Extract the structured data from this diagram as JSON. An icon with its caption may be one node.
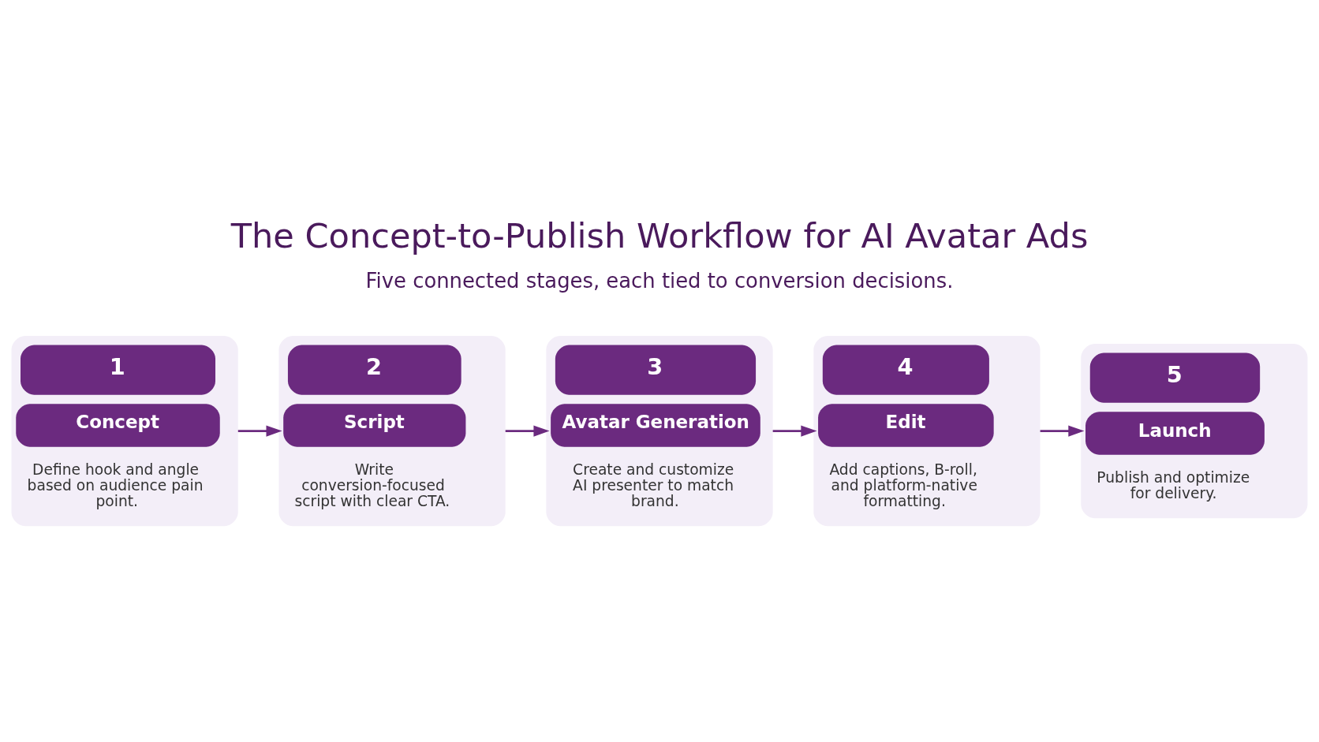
{
  "diagram": {
    "title": "The Concept-to-Publish Workflow for AI Avatar Ads",
    "nodes": [
      {
        "text": [
          "1",
          "Concept",
          "Define hook and angle based on audience pain point."
        ]
      },
      {
        "text": [
          "2",
          "Script",
          "Write conversion-focused script with clear CTA."
        ]
      },
      {
        "text": [
          "3",
          "Avatar Generation",
          "Create and customize AI presenter to match brand."
        ]
      },
      {
        "text": [
          "4",
          "Edit",
          "Add captions, B-roll, and platform-native formatting."
        ]
      },
      {
        "text": [
          "5",
          "Launch",
          "Publish and optimize for delivery."
        ]
      }
    ],
    "edges": [
      {
        "from": 0,
        "to": 1,
        "arrow": "to"
      },
      {
        "from": 1,
        "to": 2,
        "arrow": "to"
      },
      {
        "from": 2,
        "to": 3,
        "arrow": "to"
      },
      {
        "from": 3,
        "to": 4,
        "arrow": "to"
      }
    ],
    "labels": [
      "Five connected stages, each tied to conversion decisions."
    ]
  }
}
